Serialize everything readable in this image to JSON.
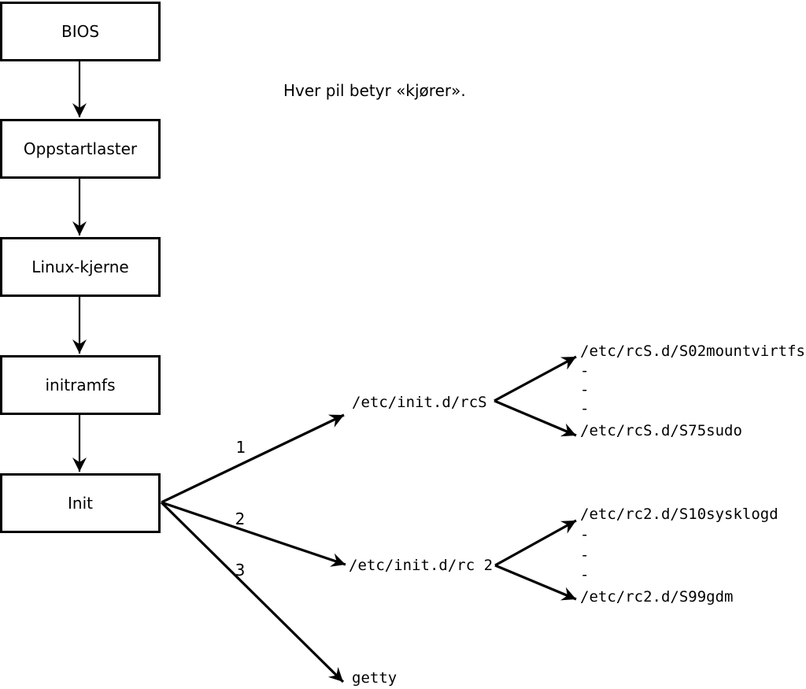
{
  "diagram": {
    "note": "Hver pil betyr «kjører».",
    "chain": [
      {
        "label": "BIOS"
      },
      {
        "label": "Oppstartlaster"
      },
      {
        "label": "Linux-kjerne"
      },
      {
        "label": "initramfs"
      },
      {
        "label": "Init"
      }
    ],
    "branches": [
      {
        "number": "1",
        "target": "/etc/init.d/rcS",
        "first_child": "/etc/rcS.d/S02mountvirtfs",
        "ellipsis": [
          "-",
          "-",
          "-"
        ],
        "last_child": "/etc/rcS.d/S75sudo"
      },
      {
        "number": "2",
        "target": "/etc/init.d/rc 2",
        "first_child": "/etc/rc2.d/S10sysklogd",
        "ellipsis": [
          "-",
          "-",
          "-"
        ],
        "last_child": "/etc/rc2.d/S99gdm"
      },
      {
        "number": "3",
        "target": "getty"
      }
    ]
  }
}
